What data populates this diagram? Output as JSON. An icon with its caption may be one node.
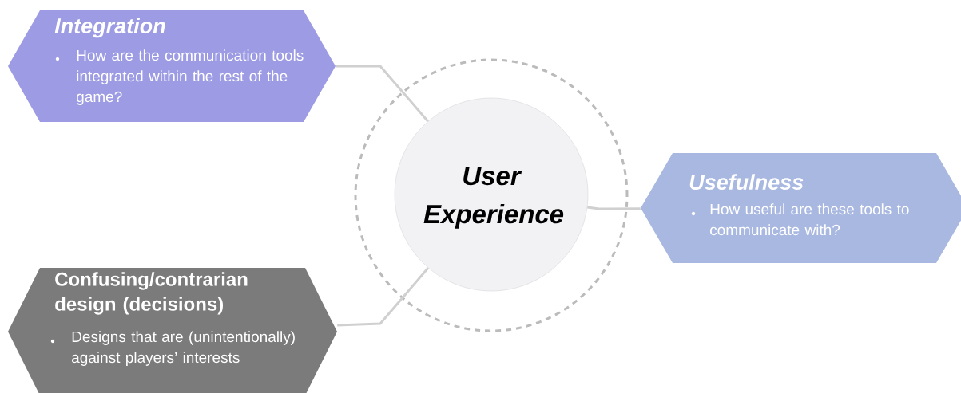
{
  "diagram": {
    "nodes": [
      {
        "text": [
          "Integration",
          "How are the communication tools integrated within the rest of the game?"
        ]
      },
      {
        "text": [
          "User Experience"
        ]
      },
      {
        "text": [
          "Usefulness",
          "How useful are these tools to communicate with?"
        ]
      },
      {
        "text": [
          "Confusing/contrarian design (decisions)",
          "Designs that are (unintentionally) against players’ interests"
        ]
      }
    ],
    "edges": [
      {
        "from": 0,
        "to": 1,
        "arrow": "none"
      },
      {
        "from": 1,
        "to": 2,
        "arrow": "none"
      },
      {
        "from": 3,
        "to": 1,
        "arrow": "none"
      }
    ]
  }
}
